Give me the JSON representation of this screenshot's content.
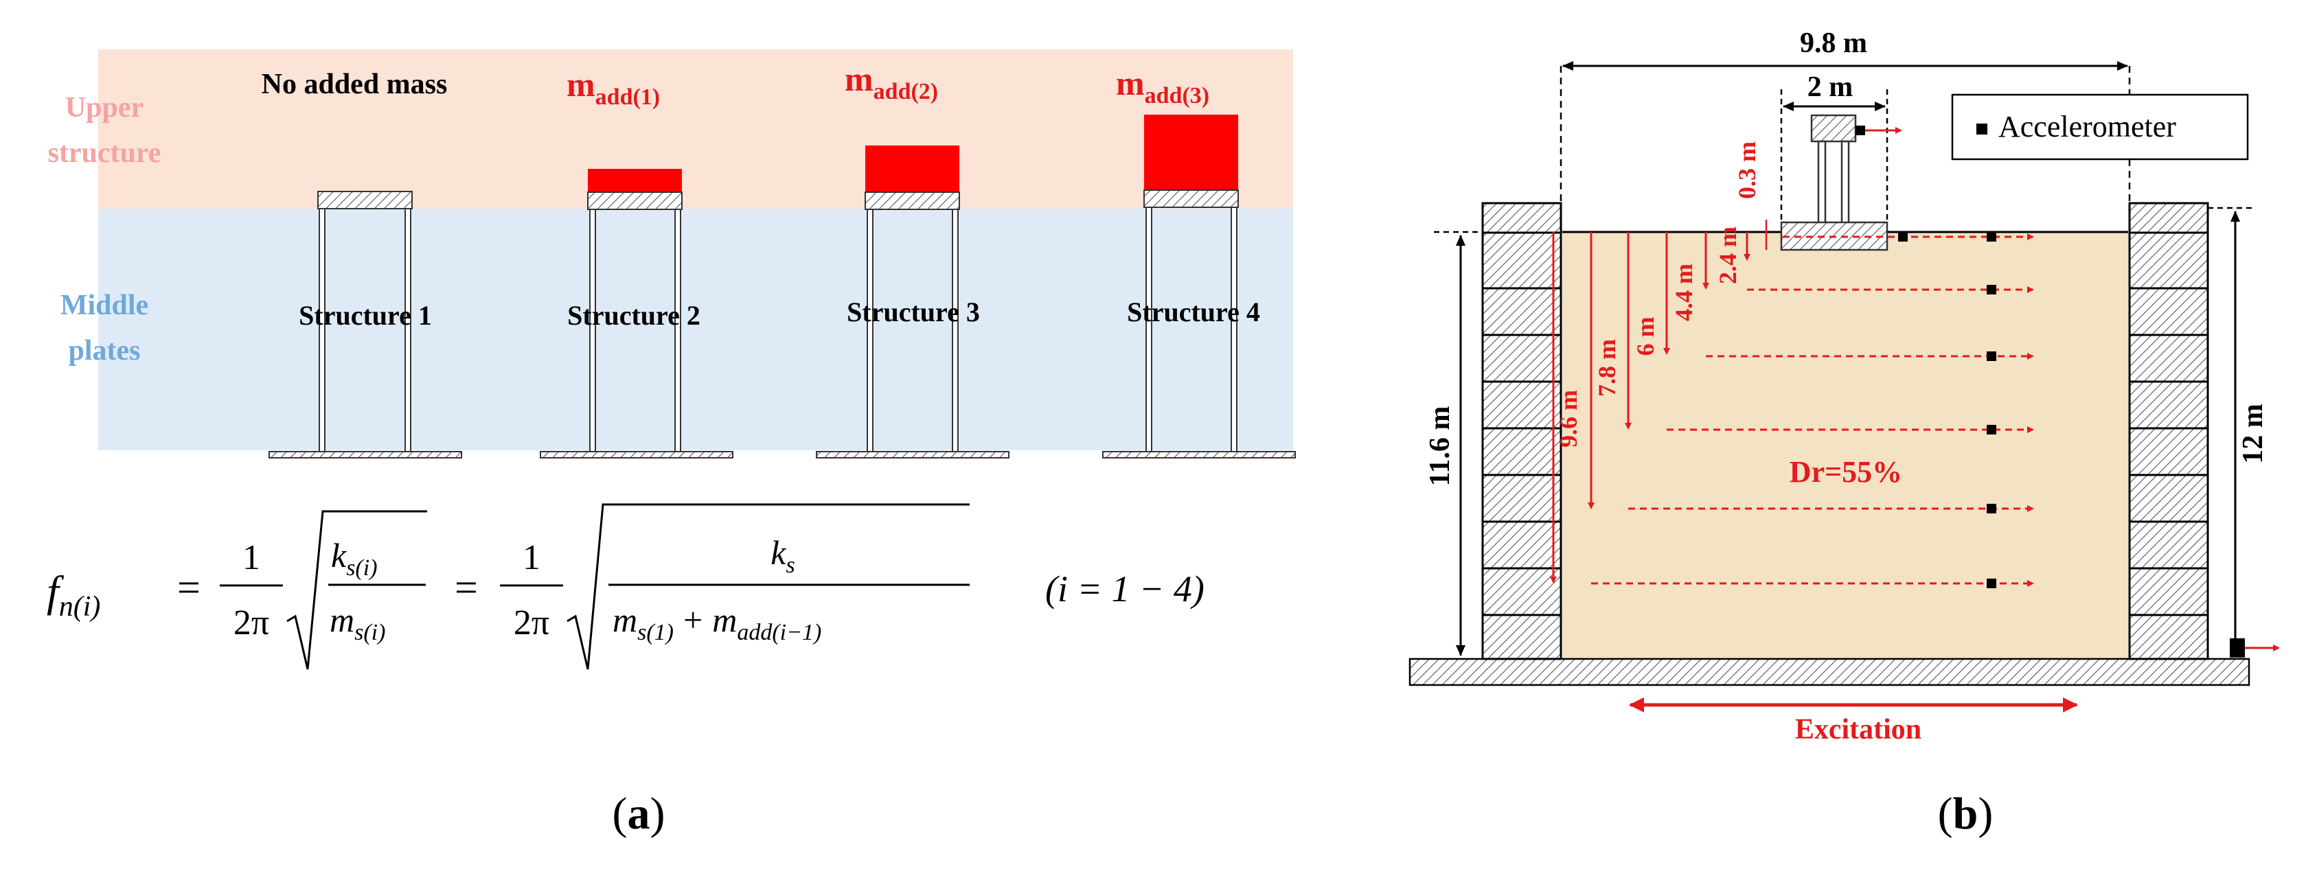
{
  "panel_a": {
    "caption": {
      "open": "(",
      "letter": "a",
      "close": ")"
    },
    "bands": {
      "upper_line1": "Upper",
      "upper_line2": "structure",
      "middle_line1": "Middle",
      "middle_line2": "plates"
    },
    "structures": [
      {
        "top_label": "No added mass",
        "name": "Structure 1",
        "mass_level": 0
      },
      {
        "top_label_base": "m",
        "top_label_sub": "add(1)",
        "name": "Structure 2",
        "mass_level": 1
      },
      {
        "top_label_base": "m",
        "top_label_sub": "add(2)",
        "name": "Structure 3",
        "mass_level": 2
      },
      {
        "top_label_base": "m",
        "top_label_sub": "add(3)",
        "name": "Structure 4",
        "mass_level": 3
      }
    ],
    "formula": {
      "lhs_f": "f",
      "lhs_sub": "n(i)",
      "eq": "=",
      "one": "1",
      "two_pi": "2π",
      "k": "k",
      "k_sub": "s(i)",
      "m": "m",
      "m_sub": "s(i)",
      "k2_sub": "s",
      "m1_sub": "s(1)",
      "plus": "+",
      "madd_sub": "add(i−1)",
      "range": "(i = 1 − 4)"
    },
    "colors": {
      "upper_band": "#fbe3d6",
      "middle_band": "#deebf7",
      "upper_text": "#f4a3a3",
      "middle_text": "#6fa8dc",
      "mass": "#ff0000"
    }
  },
  "panel_b": {
    "caption": {
      "open": "(",
      "letter": "b",
      "close": ")"
    },
    "dims": {
      "width_total": "9.8 m",
      "width_structure": "2 m",
      "depth_left": "11.6 m",
      "depth_right": "12 m",
      "footing": "0.3 m",
      "d1": "2.4 m",
      "d2": "4.4 m",
      "d3": "6 m",
      "d4": "7.8 m",
      "d5": "9.6 m"
    },
    "soil_label": "Dr=55%",
    "excitation_label": "Excitation",
    "legend_label": "Accelerometer",
    "colors": {
      "soil": "#f3e2c3",
      "arrows": "#e41a1c"
    }
  }
}
